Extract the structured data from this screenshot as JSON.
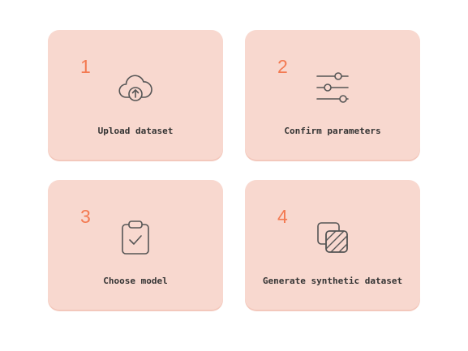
{
  "steps": [
    {
      "number": "1",
      "label": "Upload dataset",
      "icon": "cloud-upload-icon"
    },
    {
      "number": "2",
      "label": "Confirm parameters",
      "icon": "sliders-icon"
    },
    {
      "number": "3",
      "label": "Choose model",
      "icon": "clipboard-check-icon"
    },
    {
      "number": "4",
      "label": "Generate synthetic dataset",
      "icon": "overlapping-squares-icon"
    }
  ],
  "colors": {
    "card_background": "#f8d8cf",
    "step_number": "#f37a52",
    "label_text": "#333333",
    "icon_stroke": "#555555"
  }
}
